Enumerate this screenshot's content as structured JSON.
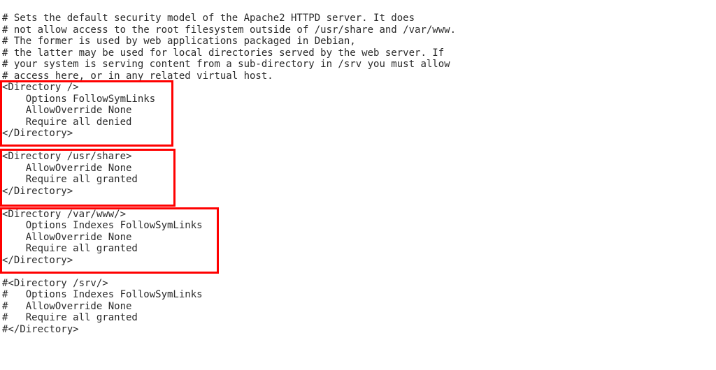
{
  "highlight_color": "#ff0000",
  "editor": {
    "lines": [
      "# Sets the default security model of the Apache2 HTTPD server. It does",
      "# not allow access to the root filesystem outside of /usr/share and /var/www.",
      "# The former is used by web applications packaged in Debian,",
      "# the latter may be used for local directories served by the web server. If",
      "# your system is serving content from a sub-directory in /srv you must allow",
      "# access here, or in any related virtual host.",
      "<Directory />",
      "    Options FollowSymLinks",
      "    AllowOverride None",
      "    Require all denied",
      "</Directory>",
      "",
      "<Directory /usr/share>",
      "    AllowOverride None",
      "    Require all granted",
      "</Directory>",
      "",
      "<Directory /var/www/>",
      "    Options Indexes FollowSymLinks",
      "    AllowOverride None",
      "    Require all granted",
      "</Directory>",
      "",
      "#<Directory /srv/>",
      "#   Options Indexes FollowSymLinks",
      "#   AllowOverride None",
      "#   Require all granted",
      "#</Directory>"
    ]
  }
}
